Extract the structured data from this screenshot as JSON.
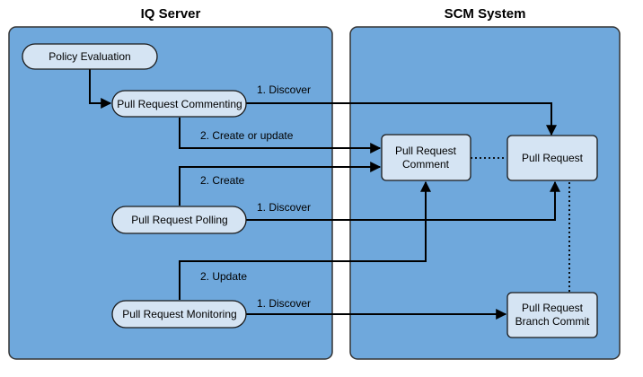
{
  "containers": {
    "iq_server": {
      "title": "IQ Server"
    },
    "scm_system": {
      "title": "SCM System"
    }
  },
  "nodes": {
    "policy_evaluation": {
      "label": [
        "Policy Evaluation"
      ]
    },
    "pr_commenting": {
      "label": [
        "Pull Request Commenting"
      ]
    },
    "pr_polling": {
      "label": [
        "Pull Request Polling"
      ]
    },
    "pr_monitoring": {
      "label": [
        "Pull Request Monitoring"
      ]
    },
    "pr_comment": {
      "label": [
        "Pull Request",
        "Comment"
      ]
    },
    "pull_request": {
      "label": [
        "Pull Request"
      ]
    },
    "pr_branch_commit": {
      "label": [
        "Pull Request",
        "Branch Commit"
      ]
    }
  },
  "edges": {
    "commenting_discover": {
      "label": "1. Discover"
    },
    "commenting_create_update": {
      "label": "2. Create or update"
    },
    "polling_create": {
      "label": "2. Create"
    },
    "polling_discover": {
      "label": "1. Discover"
    },
    "monitoring_update": {
      "label": "2. Update"
    },
    "monitoring_discover": {
      "label": "1. Discover"
    }
  }
}
